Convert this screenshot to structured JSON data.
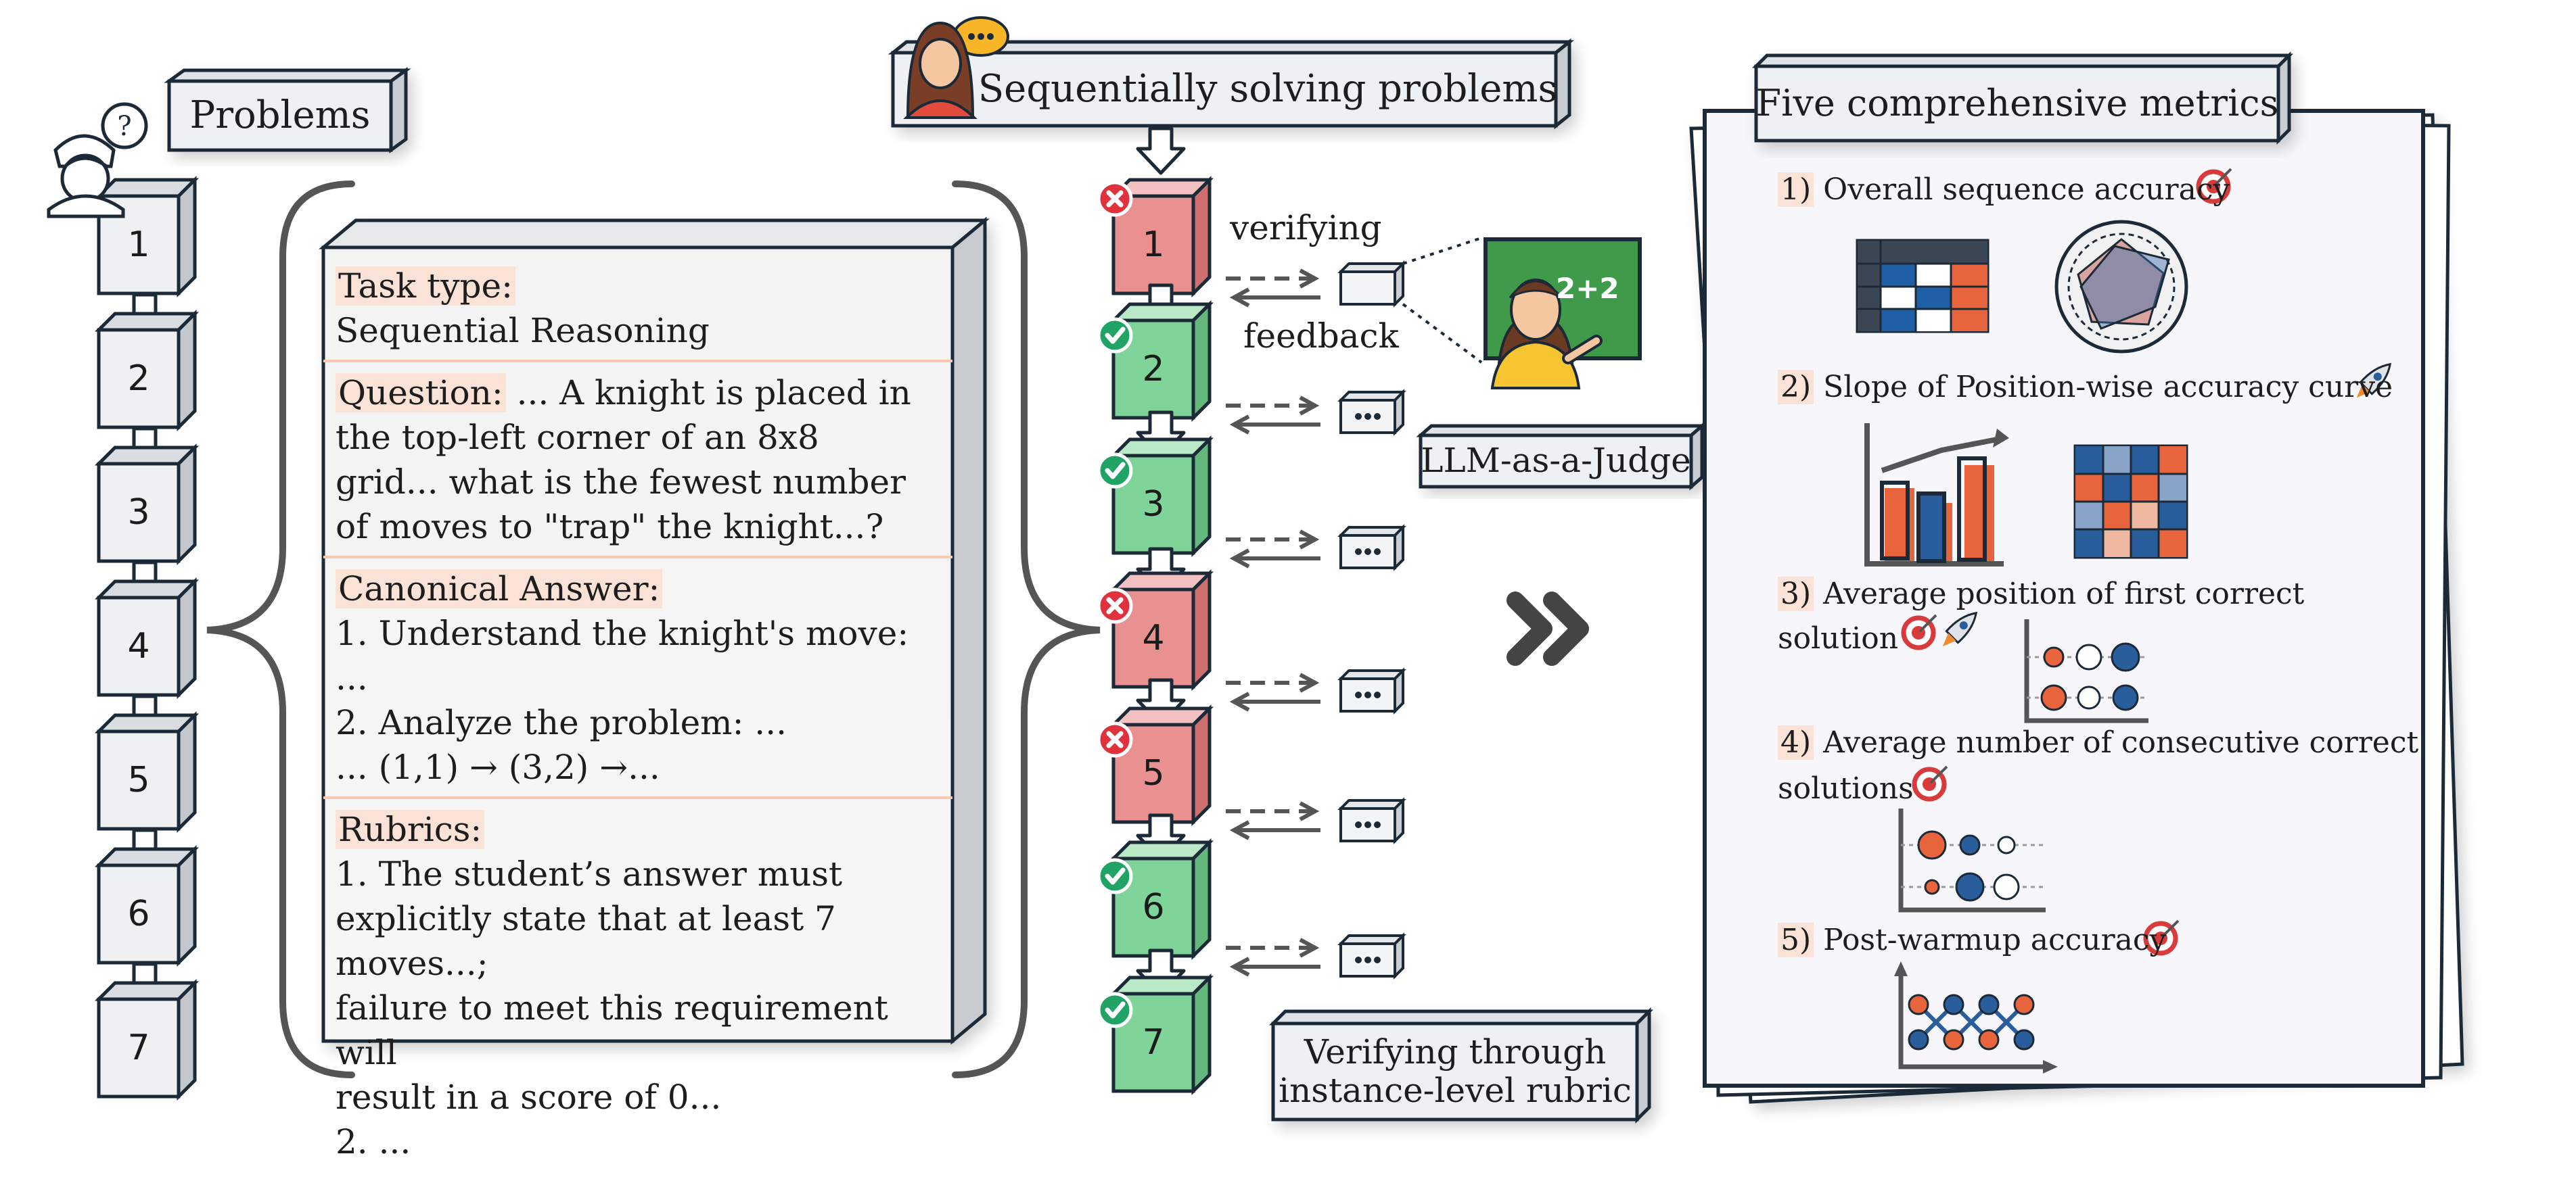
{
  "problems_box": {
    "label": "Problems"
  },
  "problem_numbers": [
    "1",
    "2",
    "3",
    "4",
    "5",
    "6",
    "7"
  ],
  "card": {
    "task_type_label": "Task type:",
    "task_type_value": "Sequential Reasoning",
    "question_label": "Question:",
    "question_text": " ... A knight is placed in\nthe top-left corner of an 8x8\ngrid... what is the fewest number\nof moves to \"trap\" the knight...?",
    "answer_label": "Canonical Answer:",
    "answer_text": "1. Understand the knight's move: ...\n2. Analyze the problem: ...\n... (1,1) → (3,2) →...",
    "rubrics_label": "Rubrics:",
    "rubrics_text": "1. The student’s answer must\nexplicitly state that at least 7 moves...;\nfailure to meet this requirement will\nresult in a score of 0...\n2. ..."
  },
  "sequential_box": {
    "label": "Sequentially solving problems"
  },
  "verifying_label": "verifying",
  "feedback_label": "feedback",
  "judge_board_text": "2+2",
  "judge_box": {
    "label": "LLM-as-a-Judge"
  },
  "rubric_box": {
    "line1": "Verifying through",
    "line2": "instance-level rubric"
  },
  "results": [
    "wrong",
    "correct",
    "correct",
    "wrong",
    "wrong",
    "correct",
    "correct"
  ],
  "metrics_box": {
    "label": "Five comprehensive metrics"
  },
  "metrics": [
    {
      "num": "1)",
      "text": " Overall sequence accuracy"
    },
    {
      "num": "2)",
      "text": " Slope of Position-wise accuracy curve"
    },
    {
      "num": "3)",
      "text": " Average position of first correct",
      "text2": "solution"
    },
    {
      "num": "4)",
      "text": " Average number of consecutive correct",
      "text2": "solutions"
    },
    {
      "num": "5)",
      "text": " Post-warmup accuracy"
    }
  ],
  "colors": {
    "box_fill": "#eef1f4",
    "box_stroke": "#1c2a38",
    "correct_cube": "#7fd49a",
    "wrong_cube": "#e99191",
    "highlight": "#fbe2d6",
    "accent_orange": "#e8643c",
    "accent_blue": "#2a5d9b",
    "board_green": "#3f9a4a"
  },
  "icons": [
    "person-question-icon",
    "woman-thinking-icon",
    "teacher-icon",
    "target-icon",
    "rocket-icon",
    "double-chevron-icon",
    "check-icon",
    "cross-icon"
  ]
}
